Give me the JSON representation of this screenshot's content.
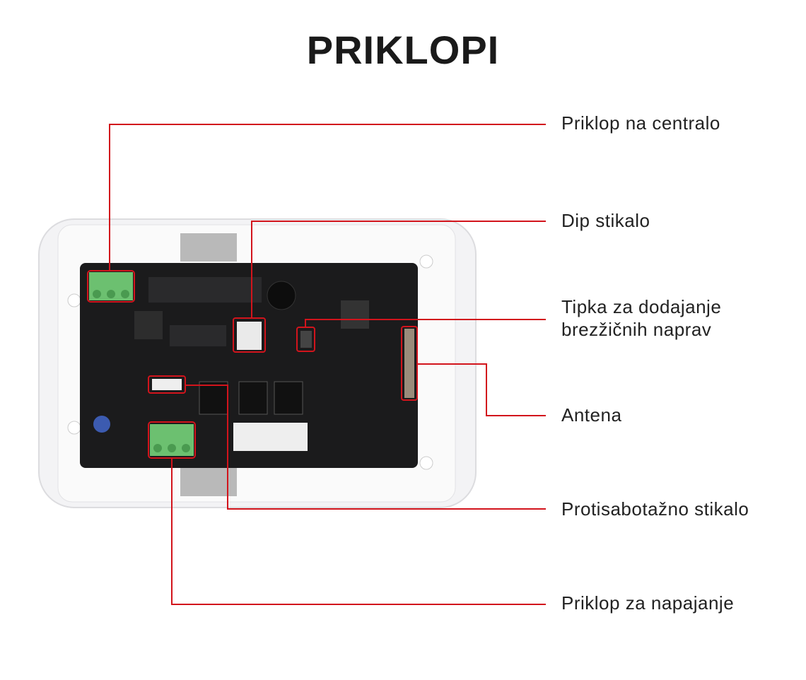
{
  "title": "PRIKLOPI",
  "labels": {
    "central": "Priklop na centralo",
    "dip": "Dip stikalo",
    "button_line1": "Tipka za dodajanje",
    "button_line2": "brezžičnih naprav",
    "antenna": "Antena",
    "tamper": "Protisabotažno stikalo",
    "power": "Priklop za napajanje"
  },
  "colors": {
    "accent": "#d2141c",
    "pcb": "#1b1b1c",
    "terminal": "#6cc070",
    "housing": "#f2f2f4"
  }
}
